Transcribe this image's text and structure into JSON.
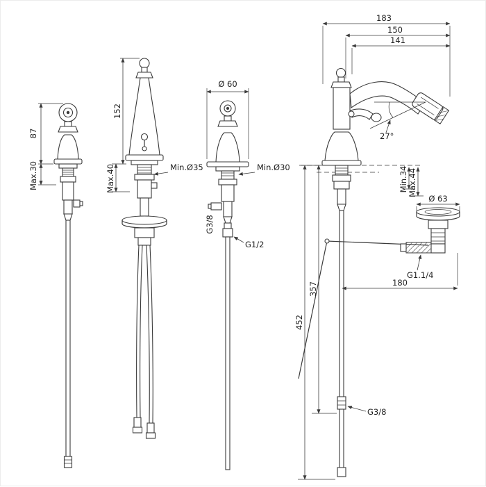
{
  "drawing": {
    "description": "Four-view dimensioned technical drawing of a classic single-hole bidet mixer tap with flexible hoses and pop-up waste",
    "dims": {
      "w183": "183",
      "w150": "150",
      "w141": "141",
      "h152": "152",
      "h87": "87",
      "max30": "Max.30",
      "max40": "Max.40",
      "minD35": "Min.Ø35",
      "d60": "Ø 60",
      "minD30": "Min.Ø30",
      "g38_side": "G3/8",
      "g12": "G1/2",
      "angle27": "27°",
      "min34": "Min.34",
      "max44": "Max.44",
      "d63": "Ø 63",
      "g114": "G1.1/4",
      "w180": "180",
      "h357": "357",
      "h452": "452",
      "g38_bottom": "G3/8"
    }
  }
}
